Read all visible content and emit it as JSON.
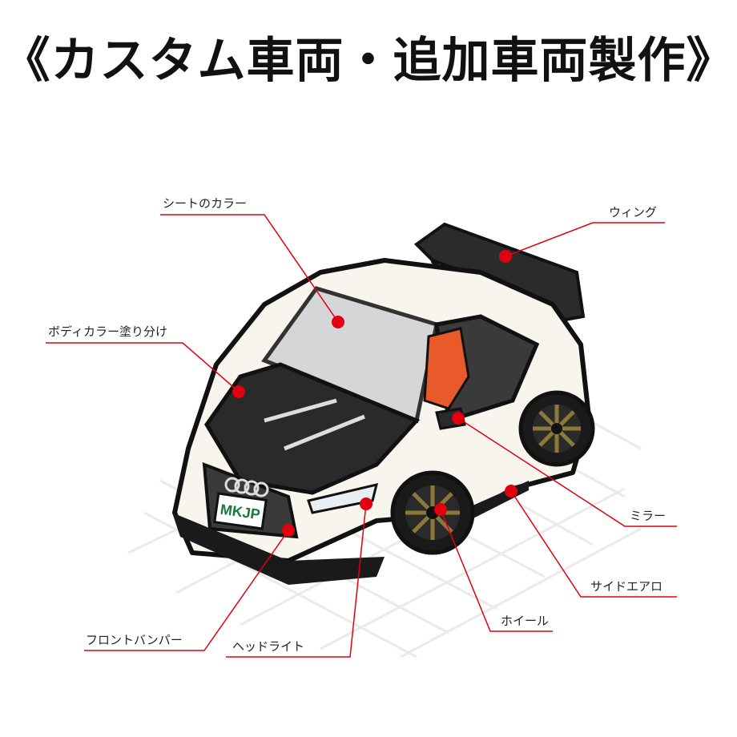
{
  "page_title": "《カスタム車両・追加車両製作》",
  "callouts": {
    "seat_color": "シートのカラー",
    "wing": "ウィング",
    "body_color": "ボディカラー塗り分け",
    "mirror": "ミラー",
    "side_aero": "サイドエアロ",
    "wheel": "ホイール",
    "front_bumper": "フロントバンパー",
    "headlight": "ヘッドライト"
  },
  "license_plate": "MKJP",
  "colors": {
    "marker": "#e00010",
    "leader_line": "#e00010",
    "body": "#f7f5ee",
    "hood": "#2a2a2a",
    "seat": "#e85a2a",
    "wheel_spokes": "#8a7a3a",
    "plate_text": "#1a7a3a"
  },
  "icons": [
    "car-illustration",
    "audi-rings-logo"
  ]
}
